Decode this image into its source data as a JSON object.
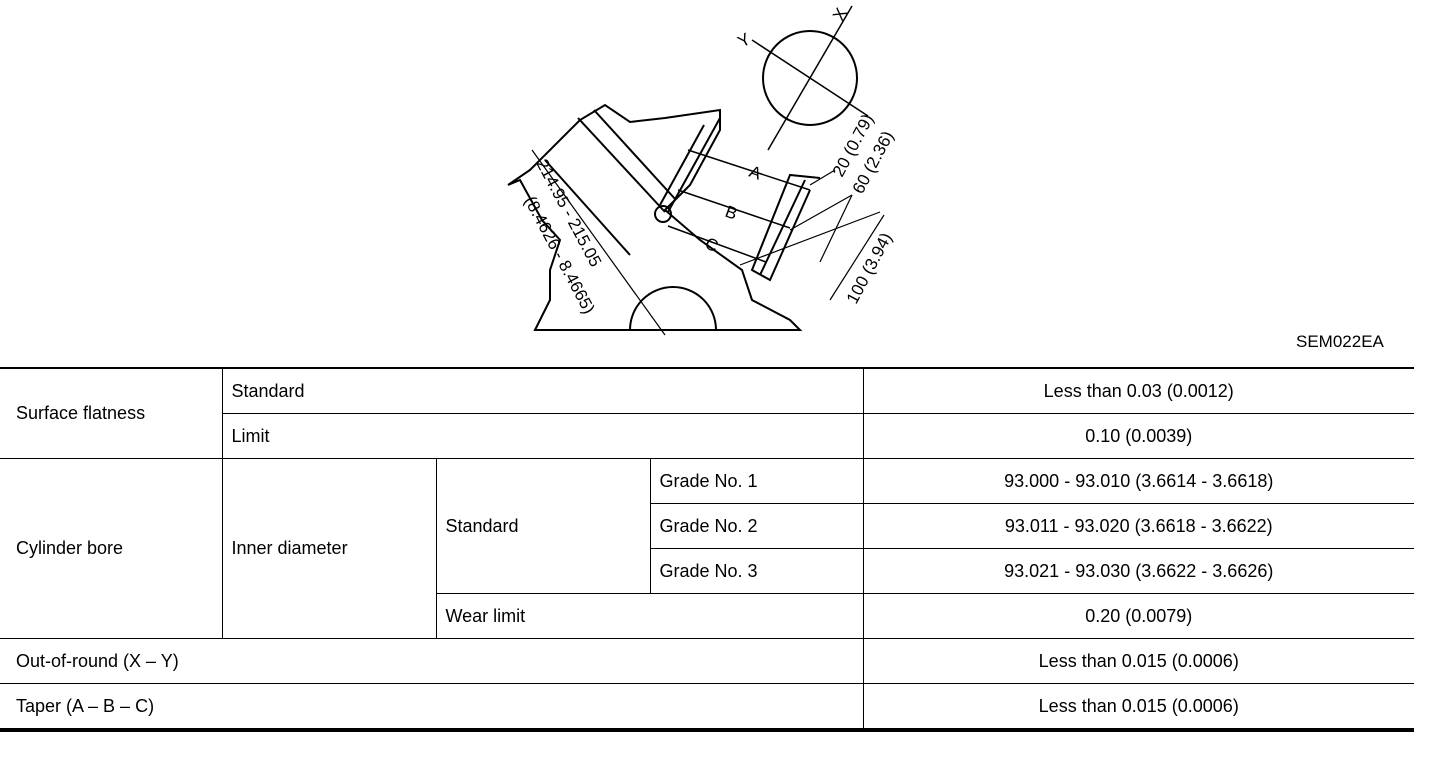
{
  "figure": {
    "id": "SEM022EA",
    "axis_x": "X",
    "axis_y": "Y",
    "label_a": "A",
    "label_b": "B",
    "label_c": "C",
    "dim_20": "20 (0.79)",
    "dim_60": "60 (2.36)",
    "dim_100": "100 (3.94)",
    "dim_height_mm": "214.95 - 215.05",
    "dim_height_in": "(8.4626 - 8.4665)"
  },
  "table": {
    "surface_flatness": "Surface flatness",
    "standard": "Standard",
    "limit": "Limit",
    "flat_std_val": "Less than 0.03 (0.0012)",
    "flat_limit_val": "0.10 (0.0039)",
    "cylinder_bore": "Cylinder bore",
    "inner_diameter": "Inner diameter",
    "bore_standard": "Standard",
    "grades": [
      {
        "label": "Grade No. 1",
        "value": "93.000 - 93.010 (3.6614 - 3.6618)"
      },
      {
        "label": "Grade No. 2",
        "value": "93.011 - 93.020 (3.6618 - 3.6622)"
      },
      {
        "label": "Grade No. 3",
        "value": "93.021 - 93.030 (3.6622 - 3.6626)"
      }
    ],
    "wear_limit": "Wear limit",
    "wear_limit_val": "0.20 (0.0079)",
    "out_of_round": "Out-of-round (X – Y)",
    "out_of_round_val": "Less than 0.015 (0.0006)",
    "taper": "Taper (A – B – C)",
    "taper_val": "Less than 0.015 (0.0006)"
  }
}
